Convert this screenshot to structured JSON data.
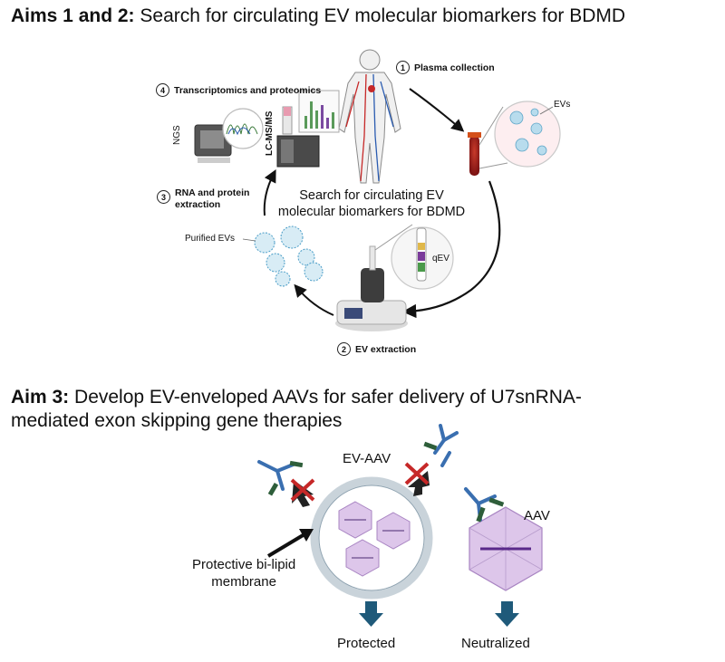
{
  "aims12": {
    "bold": "Aims 1 and 2:",
    "rest": " Search for circulating EV molecular biomarkers for BDMD"
  },
  "steps": {
    "s1": {
      "num": "1",
      "label": "Plasma collection"
    },
    "s2": {
      "num": "2",
      "label": "EV extraction"
    },
    "s3": {
      "num": "3",
      "label_line1": "RNA and protein",
      "label_line2": "extraction"
    },
    "s4": {
      "num": "4",
      "label": "Transcriptomics and proteomics"
    }
  },
  "cycle_center": {
    "line1": "Search for circulating EV",
    "line2": "molecular biomarkers for BDMD"
  },
  "small_labels": {
    "evs": "EVs",
    "qev": "qEV",
    "purified": "Purified EVs",
    "ngs": "NGS",
    "lcms": "LC-MS/MS"
  },
  "aim3": {
    "bold": "Aim 3:",
    "line1_rest": " Develop EV-enveloped AAVs for safer delivery of U7snRNA-",
    "line2": "mediated exon skipping gene therapies"
  },
  "aim3_labels": {
    "ev_aav": "EV-AAV",
    "aav": "AAV",
    "membrane_line1": "Protective bi-lipid",
    "membrane_line2": "membrane",
    "protected": "Protected",
    "neutralized": "Neutralized"
  },
  "colors": {
    "antibody": "#3a6fb0",
    "antigen": "#2e5e3a",
    "blocked_x": "#c62828",
    "down_arrow": "#1f5a7a",
    "capsid": "#c7a8d8",
    "membrane": "#c9d3da",
    "blood": "#9a1c1c"
  }
}
